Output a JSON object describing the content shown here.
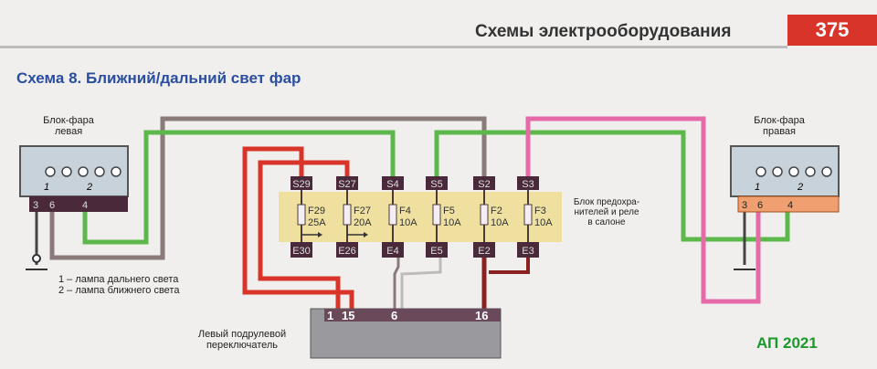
{
  "header": {
    "section_title": "Схемы электрооборудования",
    "page_number": "375"
  },
  "title": "Схема 8. Ближний/дальний свет фар",
  "left_headlamp": {
    "label_line1": "Блок-фара",
    "label_line2": "левая",
    "lamp_marks": [
      "1",
      "2"
    ],
    "pins": [
      "3",
      "6",
      "",
      "4",
      "",
      ""
    ]
  },
  "right_headlamp": {
    "label_line1": "Блок-фара",
    "label_line2": "правая",
    "lamp_marks": [
      "1",
      "2"
    ],
    "pins": [
      "3",
      "6",
      "",
      "4",
      "",
      ""
    ]
  },
  "fuse_block": {
    "label_lines": [
      "Блок предохра-",
      "нителей и реле",
      "в салоне"
    ],
    "fuses": [
      {
        "top": "S29",
        "name": "F29",
        "rating": "25A",
        "bottom": "E30"
      },
      {
        "top": "S27",
        "name": "F27",
        "rating": "20A",
        "bottom": "E26"
      },
      {
        "top": "S4",
        "name": "F4",
        "rating": "10A",
        "bottom": "E4"
      },
      {
        "top": "S5",
        "name": "F5",
        "rating": "10A",
        "bottom": "E5"
      },
      {
        "top": "S2",
        "name": "F2",
        "rating": "10A",
        "bottom": "E2"
      },
      {
        "top": "S3",
        "name": "F3",
        "rating": "10A",
        "bottom": "E3"
      }
    ]
  },
  "legend": [
    "1 – лампа дальнего света",
    "2 – лампа ближнего света"
  ],
  "switch": {
    "label_line1": "Левый подрулевой",
    "label_line2": "переключатель",
    "pins": [
      "1",
      "15",
      "6",
      "16"
    ]
  },
  "watermark": "АП 2021",
  "colors": {
    "red": "#d8342a",
    "green": "#5cb84a",
    "gray": "#8a7a7a",
    "pink": "#e66aa8",
    "dark_red": "#8a2020",
    "fuse_bg": "#efe0a0",
    "title_blue": "#2a4fa0"
  }
}
